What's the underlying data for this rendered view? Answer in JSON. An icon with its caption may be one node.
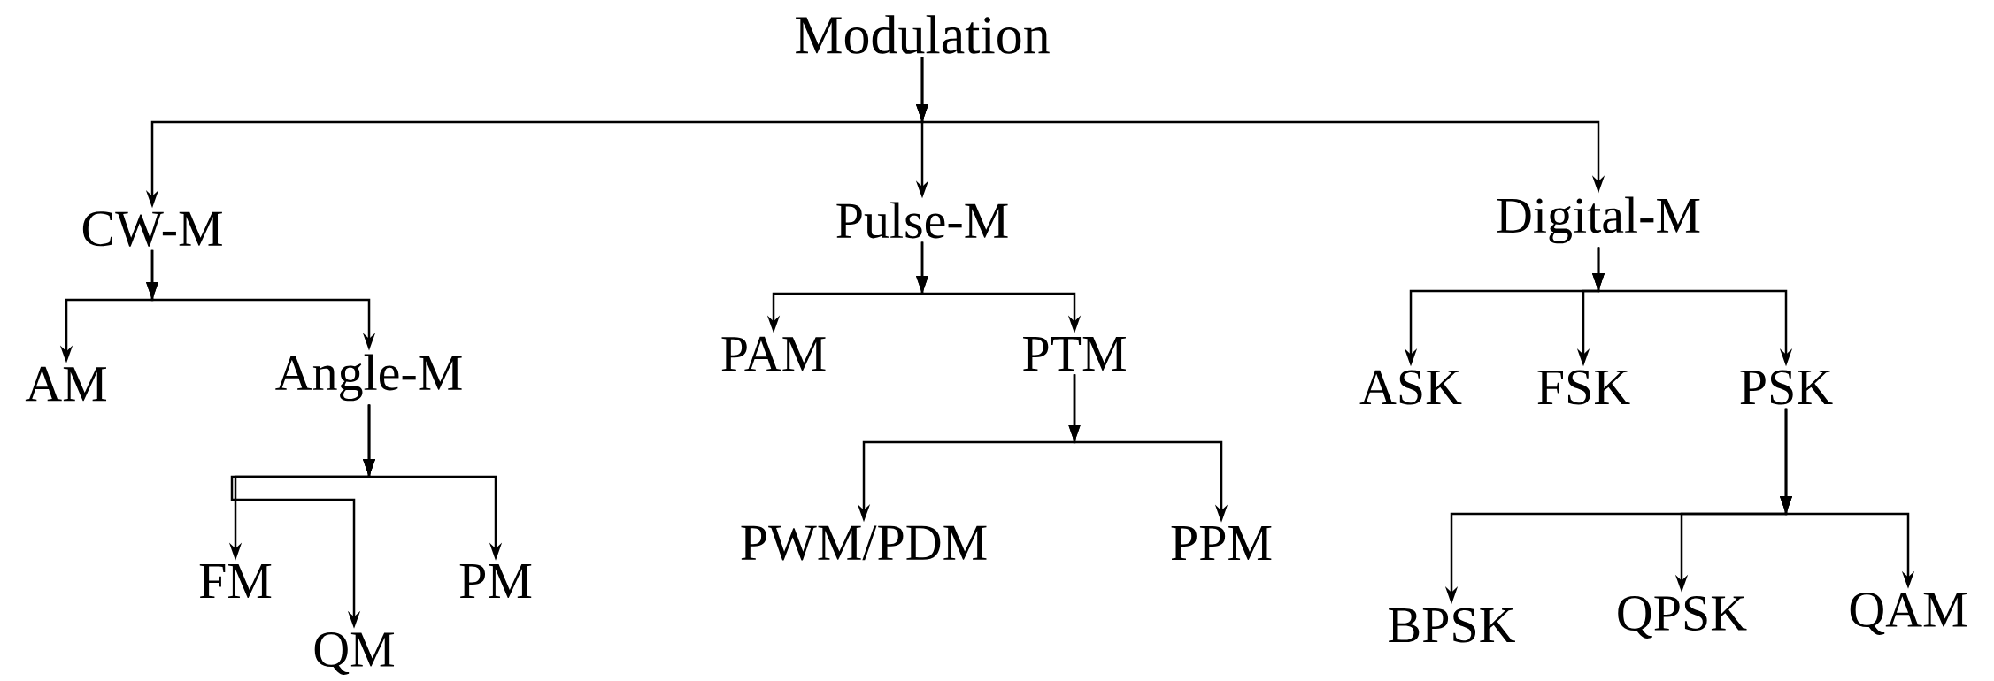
{
  "diagram": {
    "nodes": [
      {
        "text": [
          "Modulation"
        ]
      },
      {
        "text": [
          "CW-M"
        ]
      },
      {
        "text": [
          "Pulse-M"
        ]
      },
      {
        "text": [
          "Digital-M"
        ]
      },
      {
        "text": [
          "AM"
        ]
      },
      {
        "text": [
          "Angle-M"
        ]
      },
      {
        "text": [
          "FM"
        ]
      },
      {
        "text": [
          "QM"
        ]
      },
      {
        "text": [
          "PM"
        ]
      },
      {
        "text": [
          "PAM"
        ]
      },
      {
        "text": [
          "PTM"
        ]
      },
      {
        "text": [
          "PWM/PDM"
        ]
      },
      {
        "text": [
          "PPM"
        ]
      },
      {
        "text": [
          "ASK"
        ]
      },
      {
        "text": [
          "FSK"
        ]
      },
      {
        "text": [
          "PSK"
        ]
      },
      {
        "text": [
          "BPSK"
        ]
      },
      {
        "text": [
          "QPSK"
        ]
      },
      {
        "text": [
          "QAM"
        ]
      }
    ],
    "edges": [
      {
        "from": 0,
        "to": 1,
        "arrow": "to"
      },
      {
        "from": 0,
        "to": 2,
        "arrow": "to"
      },
      {
        "from": 0,
        "to": 3,
        "arrow": "to"
      },
      {
        "from": 1,
        "to": 4,
        "arrow": "to"
      },
      {
        "from": 1,
        "to": 5,
        "arrow": "to"
      },
      {
        "from": 5,
        "to": 6,
        "arrow": "to"
      },
      {
        "from": 5,
        "to": 7,
        "arrow": "to"
      },
      {
        "from": 5,
        "to": 8,
        "arrow": "to"
      },
      {
        "from": 2,
        "to": 9,
        "arrow": "to"
      },
      {
        "from": 2,
        "to": 10,
        "arrow": "to"
      },
      {
        "from": 10,
        "to": 11,
        "arrow": "to"
      },
      {
        "from": 10,
        "to": 12,
        "arrow": "to"
      },
      {
        "from": 3,
        "to": 13,
        "arrow": "to"
      },
      {
        "from": 3,
        "to": 14,
        "arrow": "to"
      },
      {
        "from": 3,
        "to": 15,
        "arrow": "to"
      },
      {
        "from": 15,
        "to": 16,
        "arrow": "to"
      },
      {
        "from": 15,
        "to": 17,
        "arrow": "to"
      },
      {
        "from": 15,
        "to": 18,
        "arrow": "to"
      }
    ]
  }
}
